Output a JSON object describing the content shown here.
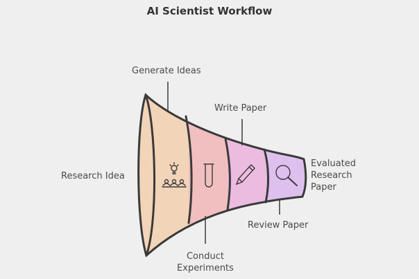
{
  "title": "AI Scientist Workflow",
  "input_label": "Research Idea",
  "output_label": [
    "Evaluated",
    "Research",
    "Paper"
  ],
  "stages": [
    {
      "label": "Generate Ideas",
      "icon": "lightbulb-team-icon",
      "color": "#f2d4b9"
    },
    {
      "label": "Conduct Experiments",
      "label_lines": [
        "Conduct",
        "Experiments"
      ],
      "icon": "beaker-icon",
      "color": "#f1bfbf"
    },
    {
      "label": "Write Paper",
      "icon": "pen-icon",
      "color": "#ecbbe0"
    },
    {
      "label": "Review Paper",
      "icon": "magnifier-icon",
      "color": "#dec0ee"
    }
  ]
}
